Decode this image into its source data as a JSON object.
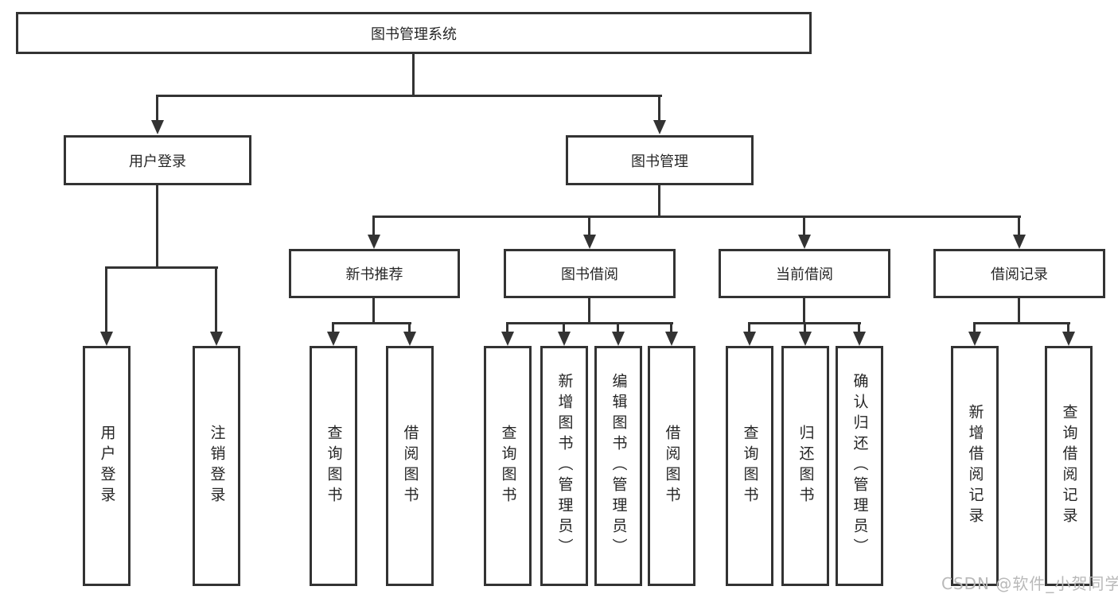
{
  "diagram": {
    "root": {
      "label": "图书管理系统",
      "children": [
        {
          "label": "用户登录",
          "children": [
            {
              "label": "用户登录"
            },
            {
              "label": "注销登录"
            }
          ]
        },
        {
          "label": "图书管理",
          "children": [
            {
              "label": "新书推荐",
              "children": [
                {
                  "label": "查询图书"
                },
                {
                  "label": "借阅图书"
                }
              ]
            },
            {
              "label": "图书借阅",
              "children": [
                {
                  "label": "查询图书"
                },
                {
                  "label": "新增图书（管理员）"
                },
                {
                  "label": "编辑图书（管理员）"
                },
                {
                  "label": "借阅图书"
                }
              ]
            },
            {
              "label": "当前借阅",
              "children": [
                {
                  "label": "查询图书"
                },
                {
                  "label": "归还图书"
                },
                {
                  "label": "确认归还（管理员）"
                }
              ]
            },
            {
              "label": "借阅记录",
              "children": [
                {
                  "label": "新增借阅记录"
                },
                {
                  "label": "查询借阅记录"
                }
              ]
            }
          ]
        }
      ]
    },
    "watermark": "CSDN @软件_小贺同学",
    "colors": {
      "line": "#333333",
      "text": "#262626",
      "background": "#ffffff",
      "watermark": "#b9b9b9"
    }
  }
}
